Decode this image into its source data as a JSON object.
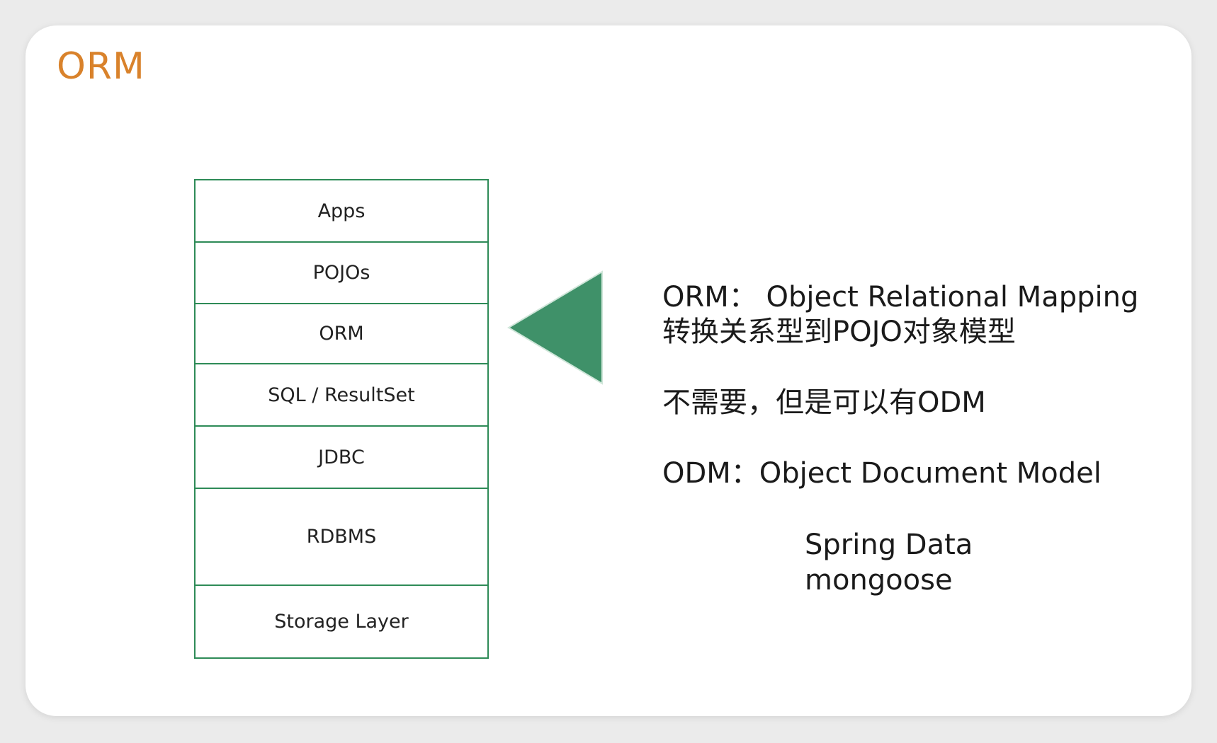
{
  "slide": {
    "title": "ORM"
  },
  "stack": {
    "layers": [
      "Apps",
      "POJOs",
      "ORM",
      "SQL / ResultSet",
      "JDBC",
      "RDBMS",
      "Storage Layer"
    ]
  },
  "description": {
    "orm_definition": "ORM：  Object Relational Mapping",
    "orm_explanation": "转换关系型到POJO对象模型",
    "not_needed": "不需要，但是可以有ODM",
    "odm_definition": "ODM：Object Document Model",
    "examples": [
      "Spring Data",
      "mongoose"
    ]
  },
  "colors": {
    "title": "#d9822b",
    "stack_border": "#2e8b57",
    "arrow": "#3f9169",
    "text": "#1a1a1a"
  }
}
